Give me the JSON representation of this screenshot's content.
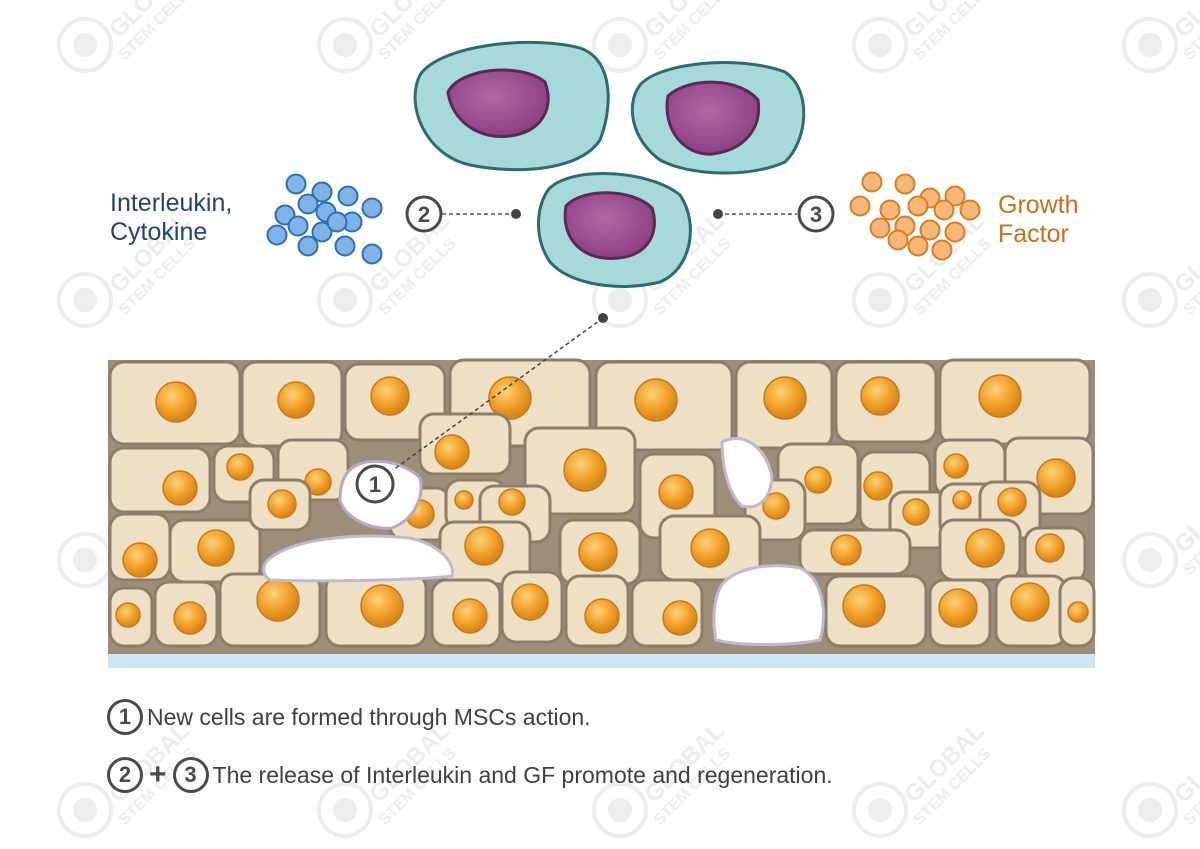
{
  "labels": {
    "interleukin_line1": "Interleukin,",
    "interleukin_line2": "Cytokine",
    "growth_line1": "Growth",
    "growth_line2": "Factor"
  },
  "markers": {
    "one": "1",
    "two": "2",
    "three": "3"
  },
  "legend": {
    "row1_marker": "1",
    "row1_text": "New cells are formed through MSCs action.",
    "row2_marker_a": "2",
    "row2_plus": "+",
    "row2_marker_b": "3",
    "row2_text": "The release of Interleukin and GF promote and regeneration."
  },
  "watermark": {
    "line1": "GLOBAL",
    "line2": "STEM CELLS"
  },
  "colors": {
    "msc_body": "#a6dada",
    "msc_nucleus": "#9a4b8e",
    "interleukin": "#7fb2e6",
    "growth_factor": "#f7b779",
    "tissue_cell": "#eee0c5",
    "tissue_nucleus": "#f2a42a",
    "new_cell": "#ffffff",
    "basement": "#cfe7f2"
  }
}
